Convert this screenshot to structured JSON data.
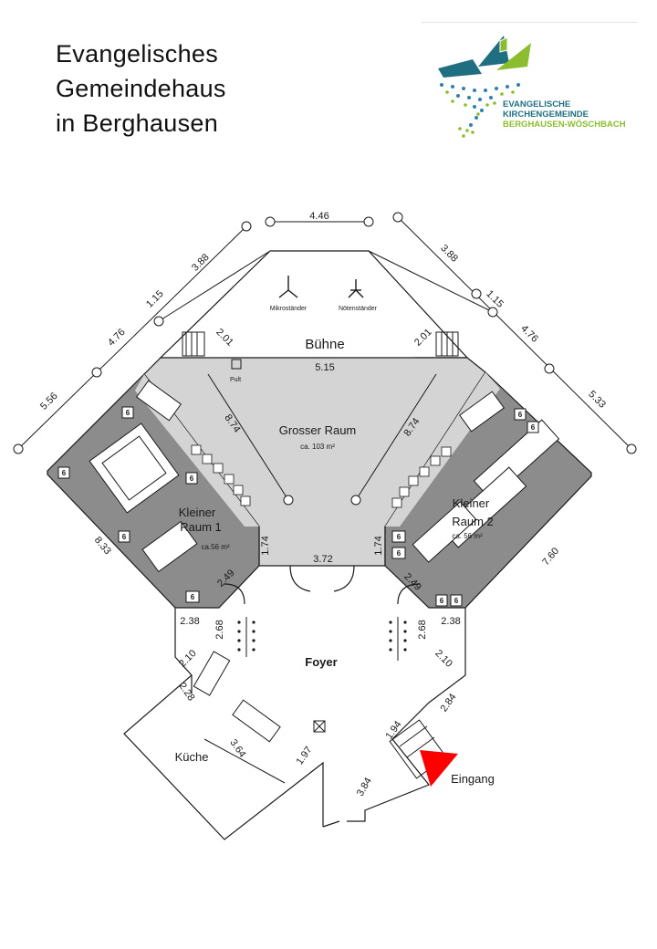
{
  "title_lines": [
    "Evangelisches",
    "Gemeindehaus",
    "in Berghausen"
  ],
  "logo": {
    "line1": "EVANGELISCHE",
    "line2": "KIRCHENGEMEINDE",
    "line3": "BERGHAUSEN-WÖSCHBACH",
    "colors": {
      "teal": "#1f6f80",
      "green": "#8bbd2e",
      "blue": "#2f7fb5"
    }
  },
  "rooms": {
    "stage": "Bühne",
    "main_hall": "Grosser Raum",
    "main_hall_area": "ca. 103 m²",
    "small_room_1_line1": "Kleiner",
    "small_room_1_line2": "Raum 1",
    "small_room_1_area": "ca.56 m²",
    "small_room_2_line1": "Kleiner",
    "small_room_2_line2": "Raum 2",
    "small_room_2_area": "ca. 56 m²",
    "foyer": "Foyer",
    "kitchen": "Küche",
    "entrance": "Eingang"
  },
  "stage_items": {
    "mic_stand": "Mikroständer",
    "music_stand": "Nötenständer",
    "lectern": "Pult"
  },
  "stack_count": "6",
  "dimensions": {
    "top_width": "4.46",
    "upper_left_diag": "3.88",
    "upper_right_diag": "3.88",
    "left_1_15": "1.15",
    "right_1_15": "1.15",
    "left_4_76": "4.76",
    "right_4_76": "4.76",
    "left_5_56": "5.56",
    "right_5_33": "5.33",
    "stage_left_step": "2.01",
    "stage_right_step": "2.01",
    "stage_depth": "5.15",
    "hall_left_diag": "8.74",
    "hall_right_diag": "8.74",
    "hall_bottom": "3.72",
    "hall_left_side": "1.74",
    "hall_right_side": "1.74",
    "room1_side": "8.33",
    "room1_bottom": "2.49",
    "room2_side": "7.60",
    "room2_bottom": "2.49",
    "foyer_left_top": "2.38",
    "foyer_right_top": "2.38",
    "foyer_left_vert": "2.68",
    "foyer_right_vert": "2.68",
    "foyer_left_diag": "2.10",
    "foyer_right_diag": "2.10",
    "kitchen_wall": "2.28",
    "kitchen_inner": "3.64",
    "kitchen_right": "1.97",
    "entrance_right": "2.84",
    "entrance_step": "1.94",
    "entrance_bottom": "3.84"
  },
  "colors": {
    "stage_fill": "#ffffff",
    "hall_fill": "#d4d4d4",
    "room_fill": "#8c8c8c",
    "entrance_marker": "#ff0000",
    "line": "#1a1a1a"
  }
}
